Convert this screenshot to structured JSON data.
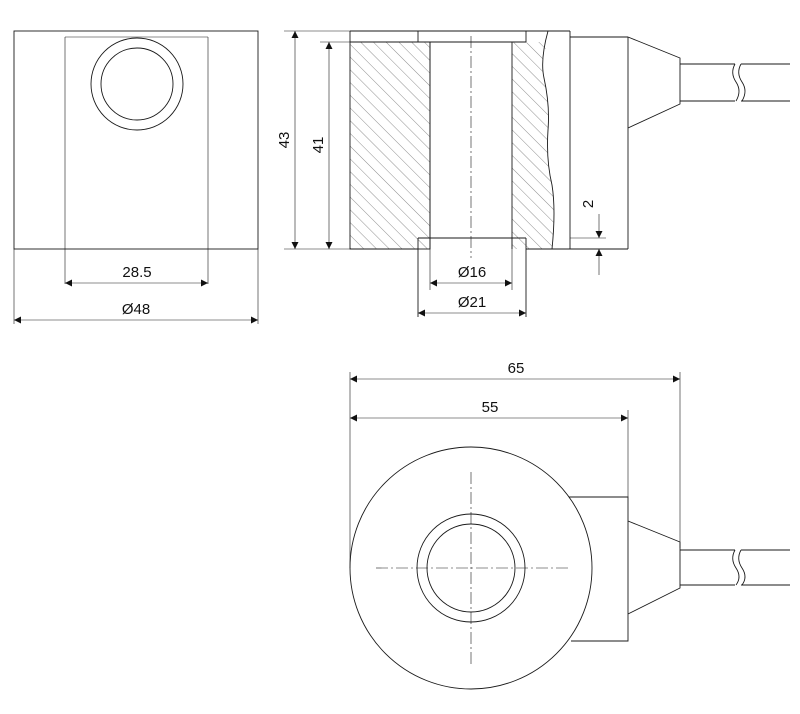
{
  "dimensions": {
    "width_inner": "28.5",
    "diameter_outer": "Ø48",
    "height_overall": "43",
    "height_body": "41",
    "recess_depth": "2",
    "bore_diameter": "Ø16",
    "boss_diameter": "Ø21",
    "length_overall": "65",
    "length_body": "55"
  }
}
